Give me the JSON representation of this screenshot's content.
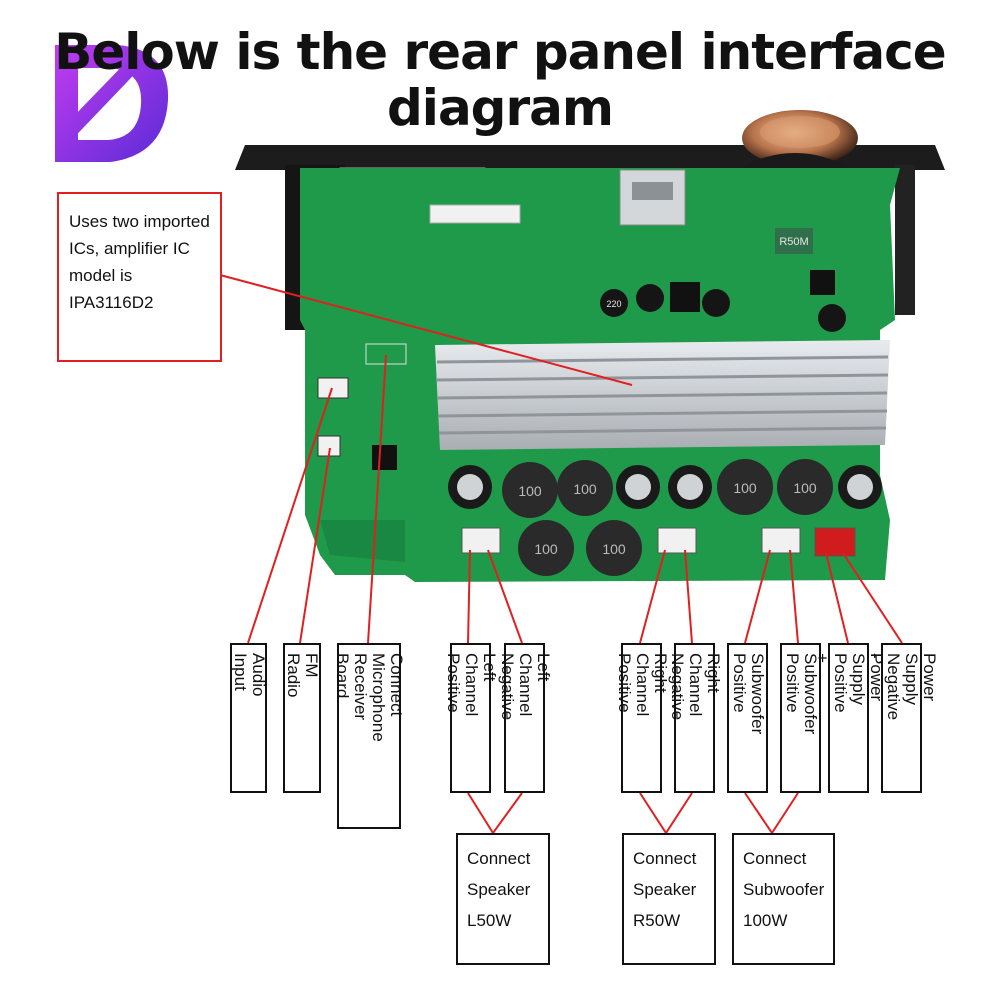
{
  "title": {
    "line1": "Below is the rear panel interface",
    "line2": "diagram"
  },
  "callout": {
    "text": "Uses two imported ICs, amplifier IC model is IPA3116D2"
  },
  "connector_labels": [
    "Audio Input",
    "FM Radio",
    "Connect Microphone\nReceiver Board",
    "Left Channel\nPositive",
    "Left Channel\nNegative",
    "Right Channel\nPositive",
    "Right Channel\nNegative",
    "Subwoofer\nPositive",
    "Subwoofer\nPositive",
    "Power Supply\nPositive +",
    "Power Supply\nNegative -"
  ],
  "speaker_boxes": [
    "Connect\nSpeaker\nL50W",
    "Connect\nSpeaker\nR50W",
    "Connect\nSubwoofer\n100W"
  ],
  "board_markings": {
    "inductor_values": [
      "100",
      "100",
      "100",
      "100",
      "100",
      "100"
    ],
    "resistor_marking": "R50M",
    "cap_marking": "220"
  },
  "colors": {
    "pcb": "#1f9a4a",
    "heatsink": "#cfd3d6",
    "callout_border": "#e02020",
    "leader_line": "#e02020"
  }
}
